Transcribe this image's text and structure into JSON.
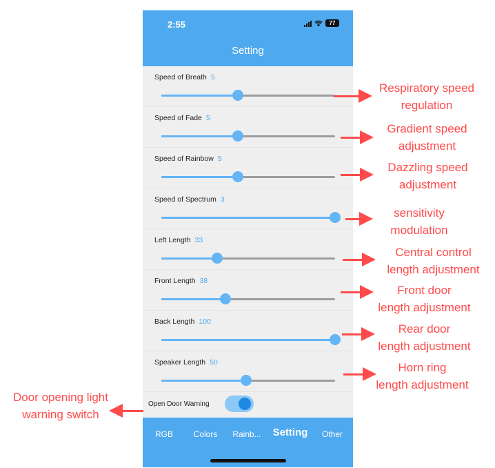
{
  "colors": {
    "header": "#4ea9ee",
    "accent": "#64b5f6",
    "track": "#9c9c9c",
    "background": "#efefef",
    "annotation": "#ff4b4b"
  },
  "status_bar": {
    "time": "2:55",
    "battery": "77",
    "icons": [
      "signal-icon",
      "wifi-icon",
      "battery-icon"
    ]
  },
  "header": {
    "title": "Setting"
  },
  "settings": [
    {
      "label": "Speed of Breath",
      "value": "5",
      "level": 0.44
    },
    {
      "label": "Speed of Fade",
      "value": "5",
      "level": 0.44
    },
    {
      "label": "Speed of Rainbow",
      "value": "5",
      "level": 0.44
    },
    {
      "label": "Speed of Spectrum",
      "value": "3",
      "level": 1.0
    },
    {
      "label": "Left Length",
      "value": "33",
      "level": 0.32
    },
    {
      "label": "Front Length",
      "value": "38",
      "level": 0.37
    },
    {
      "label": "Back Length",
      "value": "100",
      "level": 1.0
    },
    {
      "label": "Speaker Length",
      "value": "50",
      "level": 0.49
    }
  ],
  "door_warning": {
    "label": "Open Door Warning",
    "enabled": true
  },
  "tabs": [
    {
      "label": "RGB",
      "active": false
    },
    {
      "label": "Colors",
      "active": false
    },
    {
      "label": "Rainb...",
      "active": false
    },
    {
      "label": "Setting",
      "active": true
    },
    {
      "label": "Other",
      "active": false
    }
  ],
  "annotations": [
    "Respiratory speed\nregulation",
    "Gradient speed\nadjustment",
    "Dazzling speed\nadjustment",
    "sensitivity\nmodulation",
    "Central control\nlength adjustment",
    "Front door\nlength adjustment",
    "Rear door\nlength adjustment",
    "Horn ring\nlength adjustment",
    "Door opening light\nwarning switch"
  ]
}
